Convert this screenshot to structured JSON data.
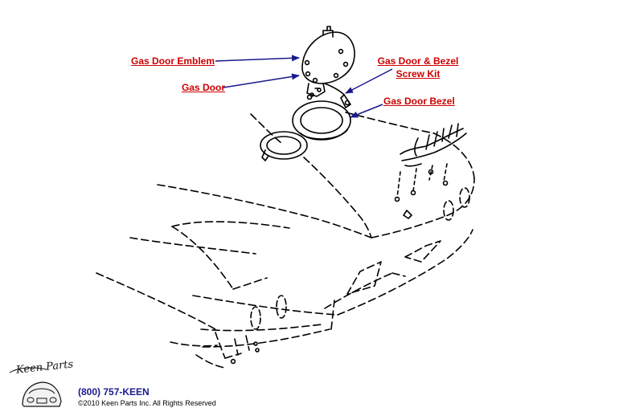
{
  "callouts": {
    "gas_door_emblem": "Gas Door Emblem",
    "gas_door": "Gas Door",
    "bezel_screw_kit_line1": "Gas Door & Bezel",
    "bezel_screw_kit_line2": "Screw Kit",
    "gas_door_bezel": "Gas Door Bezel"
  },
  "footer": {
    "logo_text": "Keen Parts",
    "phone": "(800) 757-KEEN",
    "copyright": "©2010 Keen Parts Inc. All Rights Reserved"
  },
  "colors": {
    "callout_text": "#cc0000",
    "leader_arrow": "#1a1a8c",
    "drawing": "#000000"
  }
}
